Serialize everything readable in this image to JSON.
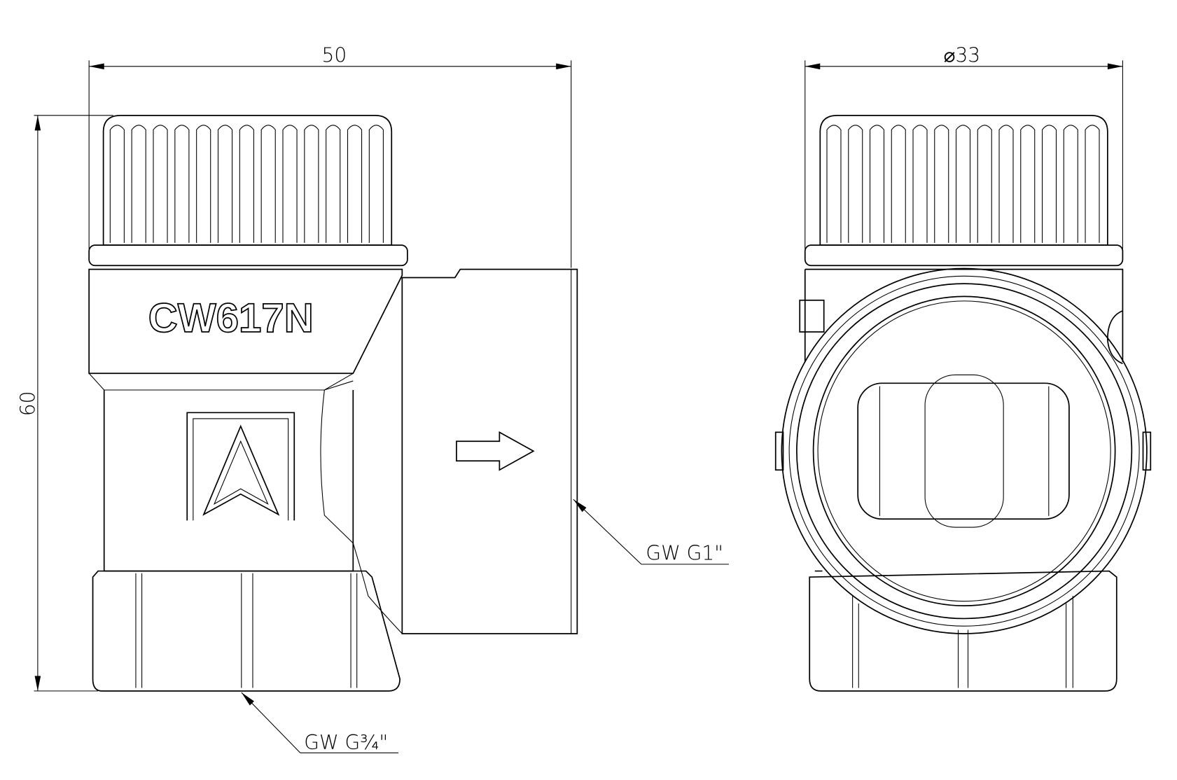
{
  "drawing": {
    "dimensions": {
      "width": "50",
      "height": "60",
      "diameter": "⌀33"
    },
    "labels": {
      "material_mark": "CW617N",
      "outlet_thread": "GW G1\"",
      "inlet_thread": "GW G¾\""
    },
    "colors": {
      "line": "#000000",
      "background": "#ffffff"
    }
  }
}
